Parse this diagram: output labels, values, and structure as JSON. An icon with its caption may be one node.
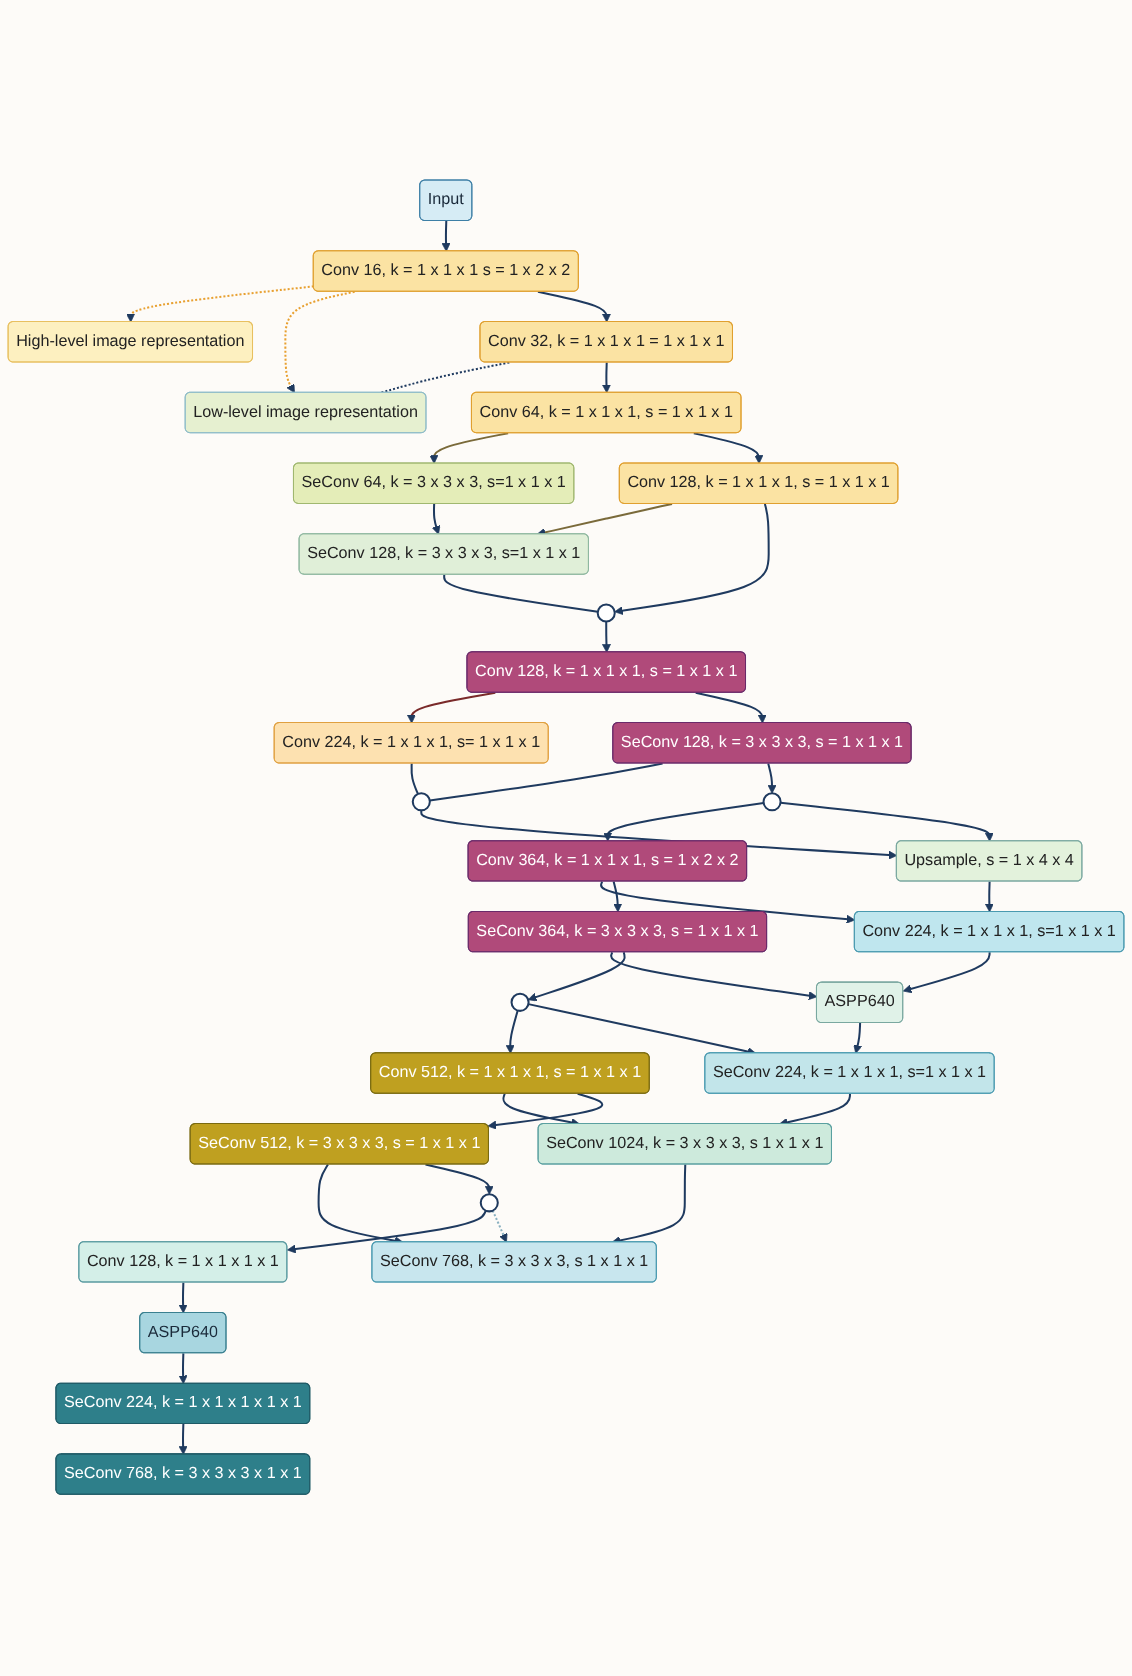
{
  "diagram": {
    "nodes": [
      {
        "text": [
          "Input"
        ]
      },
      {
        "text": [
          "High-level image representation"
        ]
      },
      {
        "text": [
          "Conv 16, k = 1 x 1 x 1 s = 1 x 2 x 2"
        ]
      },
      {
        "text": [
          "Low-level image representation"
        ]
      },
      {
        "text": [
          "Conv 32, k = 1 x 1 x 1 = 1 x 1 x 1"
        ]
      },
      {
        "text": [
          "Conv 64, k = 1 x 1 x 1, s = 1 x 1 x 1"
        ]
      },
      {
        "text": [
          "SeConv 64, k = 3 x 3 x 3, s=1 x 1 x 1"
        ]
      },
      {
        "text": [
          "Conv 128, k = 1 x 1 x 1, s = 1 x 1 x 1"
        ]
      },
      {
        "text": [
          "SeConv 128, k = 3 x 3 x 3, s=1 x 1 x 1"
        ]
      },
      {
        "text": [],
        "shape": "circle"
      },
      {
        "text": [
          "Conv 128, k = 1 x 1 x 1, s = 1 x 1 x 1"
        ]
      },
      {
        "text": [
          "Conv 224, k = 1 x 1 x 1, s= 1 x 1 x 1"
        ]
      },
      {
        "text": [
          "SeConv 128, k = 3 x 3 x 3, s = 1 x 1 x 1"
        ]
      },
      {
        "text": [],
        "shape": "circle"
      },
      {
        "text": [],
        "shape": "circle"
      },
      {
        "text": [
          "Upsample, s = 1 x 4 x 4"
        ]
      },
      {
        "text": [
          "Conv 364, k = 1 x 1 x 1, s = 1 x 2 x 2"
        ]
      },
      {
        "text": [
          "Conv 224, k = 1 x 1 x 1, s=1 x 1 x 1"
        ]
      },
      {
        "text": [
          "SeConv 364, k = 3 x 3 x 3, s = 1 x 1 x 1"
        ]
      },
      {
        "text": [
          "ASPP640"
        ]
      },
      {
        "text": [],
        "shape": "circle"
      },
      {
        "text": [
          "SeConv 224, k = 1 x 1 x 1, s=1 x 1 x 1"
        ]
      },
      {
        "text": [
          "Conv 512, k = 1 x 1 x 1, s = 1 x 1 x 1"
        ]
      },
      {
        "text": [
          "SeConv 1024, k = 3 x 3 x 3, s 1 x 1 x 1"
        ]
      },
      {
        "text": [
          "SeConv 512, k = 3 x 3 x 3, s = 1 x 1 x 1"
        ]
      },
      {
        "text": [
          "SeConv 768, k = 3 x 3 x 3, s 1 x 1 x 1"
        ]
      },
      {
        "text": [],
        "shape": "circle"
      },
      {
        "text": [
          "Conv 128, k = 1 x 1 x 1 x 1"
        ]
      },
      {
        "text": [
          "ASPP640"
        ]
      },
      {
        "text": [
          "SeConv 224, k = 1 x 1 x 1 x 1 x 1"
        ]
      },
      {
        "text": [
          "SeConv 768, k = 3 x 3 x 3 x 1 x 1"
        ]
      }
    ],
    "edges": [
      {
        "from": 0,
        "to": 2,
        "arrow": "to"
      },
      {
        "from": 2,
        "to": 1,
        "arrow": "to",
        "style": "dashed",
        "color": "#e8a030"
      },
      {
        "from": 2,
        "to": 3,
        "arrow": "to",
        "style": "dashed",
        "color": "#e8a030"
      },
      {
        "from": 4,
        "to": 3,
        "arrow": "none",
        "style": "dashed"
      },
      {
        "from": 2,
        "to": 4,
        "arrow": "to"
      },
      {
        "from": 4,
        "to": 5,
        "arrow": "to"
      },
      {
        "from": 5,
        "to": 6,
        "arrow": "to",
        "color": "#7a6a3a"
      },
      {
        "from": 5,
        "to": 7,
        "arrow": "to"
      },
      {
        "from": 6,
        "to": 8,
        "arrow": "to"
      },
      {
        "from": 7,
        "to": 8,
        "arrow": "to",
        "color": "#7a6a3a"
      },
      {
        "from": 7,
        "to": 9,
        "arrow": "to"
      },
      {
        "from": 8,
        "to": 9,
        "arrow": "none"
      },
      {
        "from": 9,
        "to": 10,
        "arrow": "to"
      },
      {
        "from": 10,
        "to": 11,
        "arrow": "to",
        "color": "#7a2a2a"
      },
      {
        "from": 10,
        "to": 12,
        "arrow": "to"
      },
      {
        "from": 11,
        "to": 13,
        "arrow": "none"
      },
      {
        "from": 12,
        "to": 13,
        "arrow": "none"
      },
      {
        "from": 13,
        "to": 15,
        "arrow": "to"
      },
      {
        "from": 12,
        "to": 14,
        "arrow": "to"
      },
      {
        "from": 14,
        "to": 16,
        "arrow": "to"
      },
      {
        "from": 14,
        "to": 15,
        "arrow": "to"
      },
      {
        "from": 15,
        "to": 17,
        "arrow": "to"
      },
      {
        "from": 16,
        "to": 17,
        "arrow": "to"
      },
      {
        "from": 16,
        "to": 18,
        "arrow": "to"
      },
      {
        "from": 18,
        "to": 19,
        "arrow": "to"
      },
      {
        "from": 17,
        "to": 19,
        "arrow": "to"
      },
      {
        "from": 19,
        "to": 21,
        "arrow": "to"
      },
      {
        "from": 18,
        "to": 20,
        "arrow": "to"
      },
      {
        "from": 20,
        "to": 22,
        "arrow": "to"
      },
      {
        "from": 20,
        "to": 21,
        "arrow": "to"
      },
      {
        "from": 21,
        "to": 23,
        "arrow": "to"
      },
      {
        "from": 22,
        "to": 23,
        "arrow": "to"
      },
      {
        "from": 22,
        "to": 24,
        "arrow": "to"
      },
      {
        "from": 23,
        "to": 25,
        "arrow": "to"
      },
      {
        "from": 24,
        "to": 25,
        "arrow": "to"
      },
      {
        "from": 24,
        "to": 26,
        "arrow": "to"
      },
      {
        "from": 26,
        "to": 27,
        "arrow": "to"
      },
      {
        "from": 26,
        "to": 25,
        "arrow": "to",
        "style": "dashed",
        "color": "#8ab0c0"
      },
      {
        "from": 27,
        "to": 28,
        "arrow": "to"
      },
      {
        "from": 28,
        "to": 29,
        "arrow": "to"
      },
      {
        "from": 29,
        "to": 30,
        "arrow": "to"
      }
    ]
  }
}
